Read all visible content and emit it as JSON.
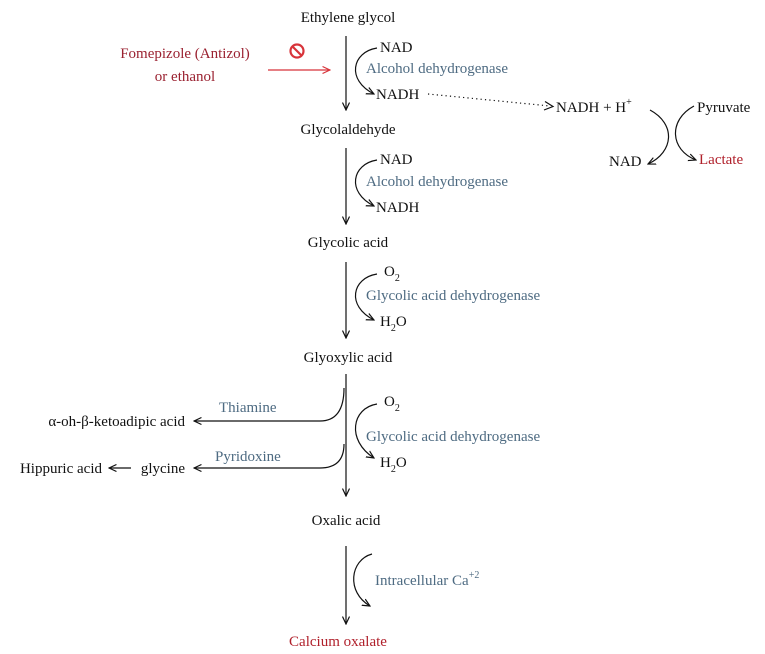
{
  "compounds": {
    "ethylene_glycol": "Ethylene glycol",
    "glycolaldehyde": "Glycolaldehyde",
    "glycolic_acid": "Glycolic acid",
    "glyoxylic_acid": "Glyoxylic acid",
    "oxalic_acid": "Oxalic acid",
    "calcium_oxalate": "Calcium oxalate",
    "ketoadipic_acid": "α-oh-β-ketoadipic acid",
    "hippuric_acid": "Hippuric acid",
    "glycine": "glycine",
    "pyruvate": "Pyruvate",
    "lactate": "Lactate"
  },
  "cofactors": {
    "nad": "NAD",
    "nadh": "NADH",
    "o2": "O",
    "h2o_h": "H",
    "h2o_o": "O",
    "sub_2": "2",
    "nadh_h_plus": "NADH + H",
    "plus_sup": "+",
    "ca_sup": "+2"
  },
  "enzymes": {
    "alcohol_dehydrogenase": "Alcohol dehydrogenase",
    "glycolic_acid_dehydrogenase": "Glycolic acid dehydrogenase",
    "thiamine": "Thiamine",
    "pyridoxine": "Pyridoxine",
    "intracellular_ca": "Intracellular Ca"
  },
  "inhibitor": {
    "line1": "Fomepizole (Antizol)",
    "line2": "or ethanol",
    "icon": "prohibition-icon"
  },
  "colors": {
    "text": "#111111",
    "enzyme": "#4e6b82",
    "inhibitor": "#9a2130",
    "highlight": "#b0202b",
    "inhibitor_arrow": "#d8333a"
  }
}
